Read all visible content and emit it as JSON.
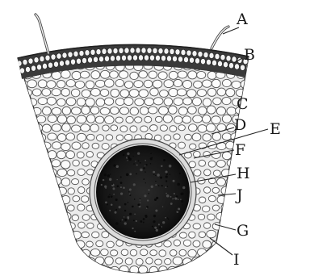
{
  "labels": {
    "A": "A",
    "B": "B",
    "C": "C",
    "D": "D",
    "E": "E",
    "F": "F",
    "H": "H",
    "J": "J",
    "G": "G",
    "I": "I"
  }
}
